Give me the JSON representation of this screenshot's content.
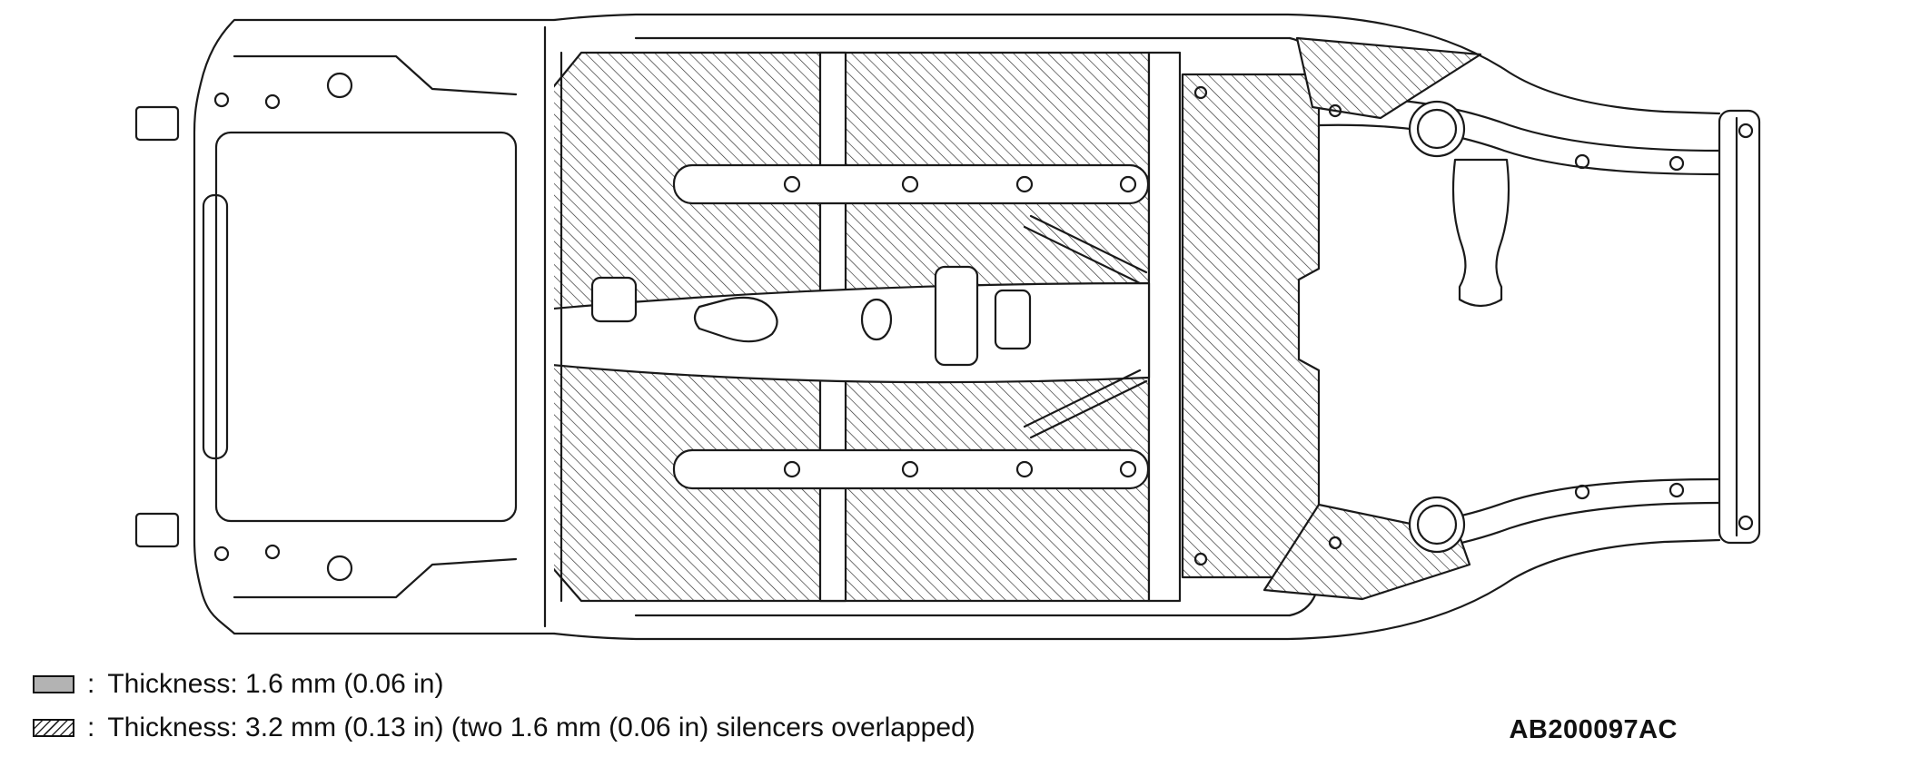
{
  "figure": {
    "reference_code": "AB200097AC"
  },
  "legend": {
    "separator": ":",
    "items": [
      {
        "swatch": "solid-gray",
        "label": "Thickness: 1.6 mm (0.06 in)"
      },
      {
        "swatch": "diagonal-hatch",
        "label": "Thickness: 3.2 mm (0.13 in) (two 1.6 mm (0.06 in) silencers overlapped)"
      }
    ]
  },
  "colors": {
    "line": "#1a1a1a",
    "solid_swatch_fill": "#b3b3b3",
    "hatch_line": "#2a2a2a",
    "background": "#ffffff"
  }
}
